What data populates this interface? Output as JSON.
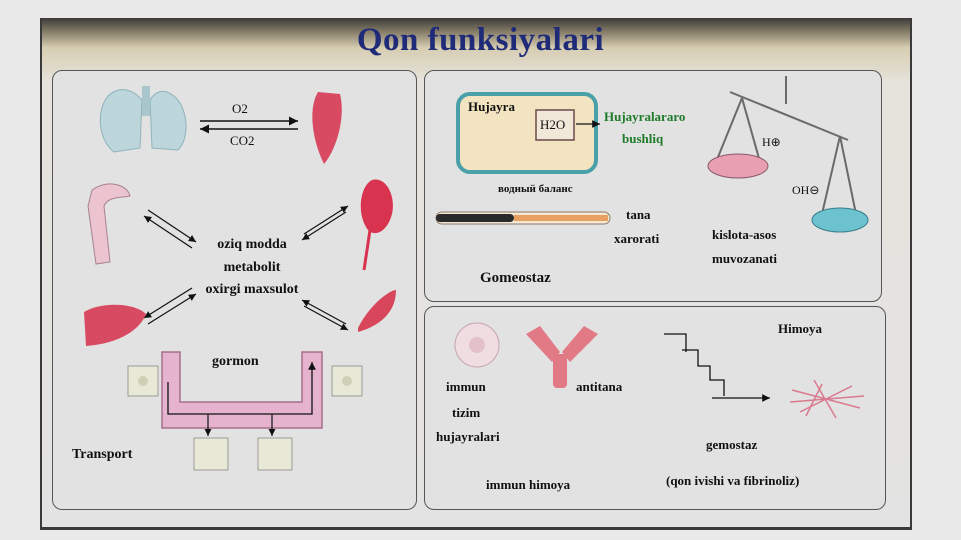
{
  "title": "Qon funksiyalari",
  "transport": {
    "o2": "O2",
    "co2": "CO2",
    "center_line1": "oziq modda",
    "center_line2": "metabolit",
    "center_line3": "oxirgi maxsulot",
    "hormone": "gormon",
    "label": "Transport"
  },
  "homeostasis": {
    "cell": "Hujayra",
    "water": "H2O",
    "space_line1": "Hujayralararo",
    "space_line2": "bushliq",
    "water_balance": "водный баланс",
    "temp_line1": "tana",
    "temp_line2": "xarorati",
    "h_ion": "H⊕",
    "oh_ion": "OH⊖",
    "acid_line1": "kislota-asos",
    "acid_line2": "muvozanati",
    "label": "Gomeostaz"
  },
  "protection": {
    "label": "Himoya",
    "immune_line1": "immun",
    "immune_line2": "tizim",
    "immune_line3": "hujayralari",
    "antibody": "antitana",
    "immune_defense": "immun himoya",
    "hemostasis": "gemostaz",
    "hemostasis_detail": "(qon ivishi va fibrinoliz)"
  },
  "colors": {
    "title": "#1f2a78",
    "organ_red": "#d84a62",
    "organ_pink": "#e9a0ae",
    "lung_blue": "#bcd6dc",
    "cell_border": "#4aa0a8",
    "cell_fill": "#f2e4c0",
    "text_green": "#1f7a2a"
  }
}
